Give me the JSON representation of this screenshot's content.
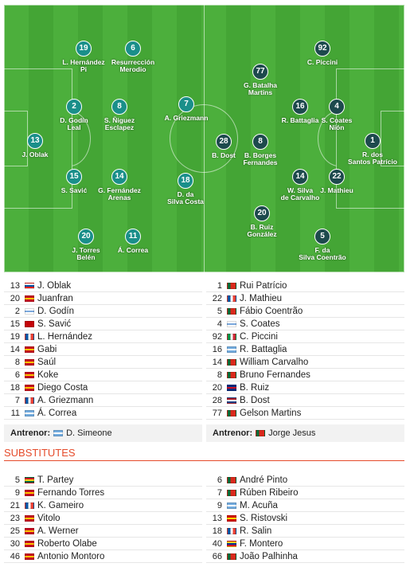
{
  "formation": {
    "home": [
      {
        "num": "13",
        "name": "J. Oblak"
      },
      {
        "num": "15",
        "name": "S. Savić"
      },
      {
        "num": "2",
        "name": "D. Godín\nLeal"
      },
      {
        "num": "19",
        "name": "L. Hernández\nPi"
      },
      {
        "num": "20",
        "name": "J. Torres\nBelén"
      },
      {
        "num": "14",
        "name": "G. Fernández\nArenas"
      },
      {
        "num": "8",
        "name": "S. Ñiguez\nEsclapez"
      },
      {
        "num": "6",
        "name": "Resurrección\nMerodio"
      },
      {
        "num": "11",
        "name": "Á. Correa"
      },
      {
        "num": "18",
        "name": "D. da\nSilva Costa"
      },
      {
        "num": "7",
        "name": "A. Griezmann"
      }
    ],
    "away": [
      {
        "num": "1",
        "name": "R. dos\nSantos Patrício"
      },
      {
        "num": "22",
        "name": "J. Mathieu"
      },
      {
        "num": "4",
        "name": "S. Coates\nNión"
      },
      {
        "num": "92",
        "name": "C. Piccini"
      },
      {
        "num": "5",
        "name": "F. da\nSilva Coentrão"
      },
      {
        "num": "14",
        "name": "W. Silva\nde Carvalho"
      },
      {
        "num": "16",
        "name": "R. Battaglia"
      },
      {
        "num": "20",
        "name": "B. Ruiz\nGonzález"
      },
      {
        "num": "8",
        "name": "B. Borges\nFernandes"
      },
      {
        "num": "77",
        "name": "G. Batalha\nMartins"
      },
      {
        "num": "28",
        "name": "B. Dost"
      }
    ]
  },
  "lineup_home": [
    {
      "num": "13",
      "name": "J. Oblak",
      "flag": "slovenia"
    },
    {
      "num": "20",
      "name": "Juanfran",
      "flag": "spain"
    },
    {
      "num": "2",
      "name": "D. Godín",
      "flag": "uruguay"
    },
    {
      "num": "15",
      "name": "S. Savić",
      "flag": "montenegro"
    },
    {
      "num": "19",
      "name": "L. Hernández",
      "flag": "france"
    },
    {
      "num": "14",
      "name": "Gabi",
      "flag": "spain"
    },
    {
      "num": "8",
      "name": "Saúl",
      "flag": "spain"
    },
    {
      "num": "6",
      "name": "Koke",
      "flag": "spain"
    },
    {
      "num": "18",
      "name": "Diego Costa",
      "flag": "spain"
    },
    {
      "num": "7",
      "name": "A. Griezmann",
      "flag": "france"
    },
    {
      "num": "11",
      "name": "Á. Correa",
      "flag": "argentina"
    }
  ],
  "lineup_away": [
    {
      "num": "1",
      "name": "Rui Patrício",
      "flag": "portugal"
    },
    {
      "num": "22",
      "name": "J. Mathieu",
      "flag": "france"
    },
    {
      "num": "5",
      "name": "Fábio Coentrão",
      "flag": "portugal"
    },
    {
      "num": "4",
      "name": "S. Coates",
      "flag": "uruguay"
    },
    {
      "num": "92",
      "name": "C. Piccini",
      "flag": "italy"
    },
    {
      "num": "16",
      "name": "R. Battaglia",
      "flag": "argentina"
    },
    {
      "num": "14",
      "name": "William Carvalho",
      "flag": "portugal"
    },
    {
      "num": "8",
      "name": "Bruno Fernandes",
      "flag": "portugal"
    },
    {
      "num": "20",
      "name": "B. Ruiz",
      "flag": "costa-rica"
    },
    {
      "num": "28",
      "name": "B. Dost",
      "flag": "netherlands"
    },
    {
      "num": "77",
      "name": "Gelson Martins",
      "flag": "portugal"
    }
  ],
  "coach_home": {
    "label": "Antrenor:",
    "name": "D. Simeone",
    "flag": "argentina"
  },
  "coach_away": {
    "label": "Antrenor:",
    "name": "Jorge Jesus",
    "flag": "portugal"
  },
  "subs_title": "SUBSTITUTES",
  "subs_home": [
    {
      "num": "5",
      "name": "T. Partey",
      "flag": "ghana"
    },
    {
      "num": "9",
      "name": "Fernando Torres",
      "flag": "spain"
    },
    {
      "num": "21",
      "name": "K. Gameiro",
      "flag": "france"
    },
    {
      "num": "23",
      "name": "Vitolo",
      "flag": "spain"
    },
    {
      "num": "25",
      "name": "A. Werner",
      "flag": "spain"
    },
    {
      "num": "30",
      "name": "Roberto Olabe",
      "flag": "spain"
    },
    {
      "num": "46",
      "name": "Antonio Montoro",
      "flag": "spain"
    }
  ],
  "subs_away": [
    {
      "num": "6",
      "name": "André Pinto",
      "flag": "portugal"
    },
    {
      "num": "7",
      "name": "Rúben Ribeiro",
      "flag": "portugal"
    },
    {
      "num": "9",
      "name": "M. Acuña",
      "flag": "argentina"
    },
    {
      "num": "13",
      "name": "S. Ristovski",
      "flag": "macedonia"
    },
    {
      "num": "18",
      "name": "R. Salin",
      "flag": "france"
    },
    {
      "num": "40",
      "name": "F. Montero",
      "flag": "colombia"
    },
    {
      "num": "66",
      "name": "João Palhinha",
      "flag": "portugal"
    }
  ],
  "flag_colors": {
    "slovenia": [
      "#ffffff",
      "#0051a5",
      "#e32119"
    ],
    "spain": [
      "#c60b1e",
      "#ffc400",
      "#c60b1e"
    ],
    "uruguay": [
      "#ffffff",
      "#7aa8dd",
      "#ffffff"
    ],
    "montenegro": [
      "#c40308",
      "#c40308",
      "#c40308"
    ],
    "france": [
      "v",
      "#0055a4",
      "#ffffff",
      "#ef4135"
    ],
    "argentina": [
      "#74acdf",
      "#ffffff",
      "#74acdf"
    ],
    "portugal": [
      "v",
      "#046a38",
      "#da291c",
      "#da291c"
    ],
    "italy": [
      "v",
      "#009246",
      "#ffffff",
      "#ce2b37"
    ],
    "costa-rica": [
      "#002b7f",
      "#ce1126",
      "#002b7f"
    ],
    "netherlands": [
      "#ae1c28",
      "#ffffff",
      "#21468b"
    ],
    "ghana": [
      "#ce1126",
      "#fcd116",
      "#006b3f"
    ],
    "macedonia": [
      "#d20000",
      "#ffe600",
      "#d20000"
    ],
    "colombia": [
      "#fcd116",
      "#003893",
      "#ce1126"
    ]
  }
}
